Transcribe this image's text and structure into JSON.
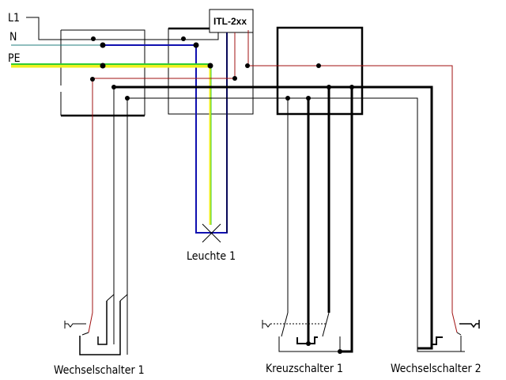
{
  "conductors": {
    "l1": "L1",
    "n": "N",
    "pe": "PE"
  },
  "module": "ITL-2xx",
  "labels": {
    "lamp": "Leuchte 1",
    "switch1": "Wechselschalter 1",
    "cross_switch": "Kreuzschalter 1",
    "switch2": "Wechselschalter 2"
  },
  "colors": {
    "phase": "#000000",
    "neutral_feed": "#207c7c",
    "neutral": "#1010b0",
    "pe_green": "#33cc33",
    "pe_yellow": "#f0f020",
    "switched": "#a01010"
  }
}
